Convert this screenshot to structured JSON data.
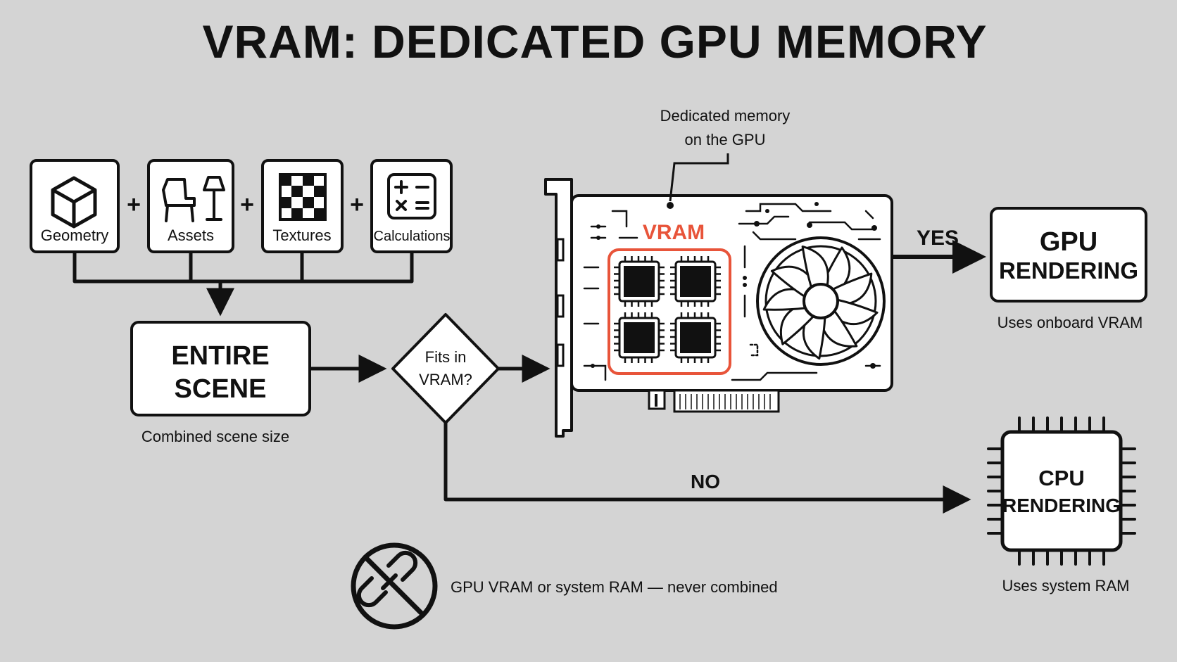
{
  "title": "VRAM: DEDICATED GPU MEMORY",
  "inputs": {
    "geometry": "Geometry",
    "assets": "Assets",
    "textures": "Textures",
    "calculations": "Calculations"
  },
  "plus_symbol": "+",
  "scene": {
    "line1": "ENTIRE",
    "line2": "SCENE",
    "caption": "Combined scene size"
  },
  "decision": {
    "line1": "Fits in",
    "line2": "VRAM?"
  },
  "gpu_card": {
    "callout_line1": "Dedicated memory",
    "callout_line2": "on the GPU",
    "vram_label": "VRAM"
  },
  "yes_label": "YES",
  "no_label": "NO",
  "gpu_rendering": {
    "line1": "GPU",
    "line2": "RENDERING",
    "caption": "Uses onboard VRAM"
  },
  "cpu_rendering": {
    "line1": "CPU",
    "line2": "RENDERING",
    "caption": "Uses system RAM"
  },
  "note": "GPU VRAM or system RAM — never combined",
  "colors": {
    "background": "#d4d4d4",
    "stroke": "#111111",
    "vram_accent": "#e8543a"
  }
}
